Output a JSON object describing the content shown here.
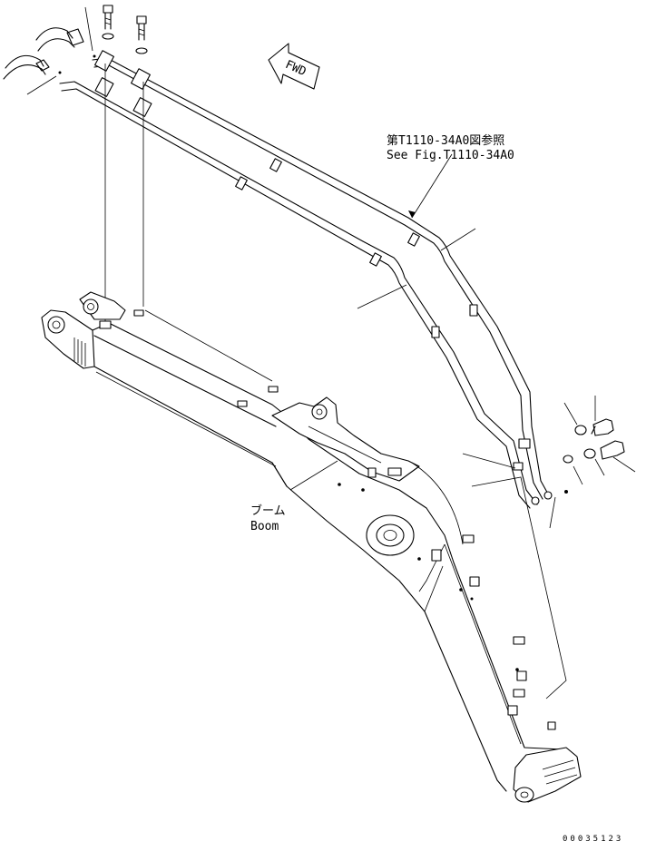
{
  "fwd_arrow_label": "FWD",
  "reference": {
    "line_jp": "第T1110-34A0図参照",
    "line_en": "See Fig.T1110-34A0"
  },
  "boom_label": {
    "jp": "ブーム",
    "en": "Boom"
  },
  "drawing_number": "00035123"
}
